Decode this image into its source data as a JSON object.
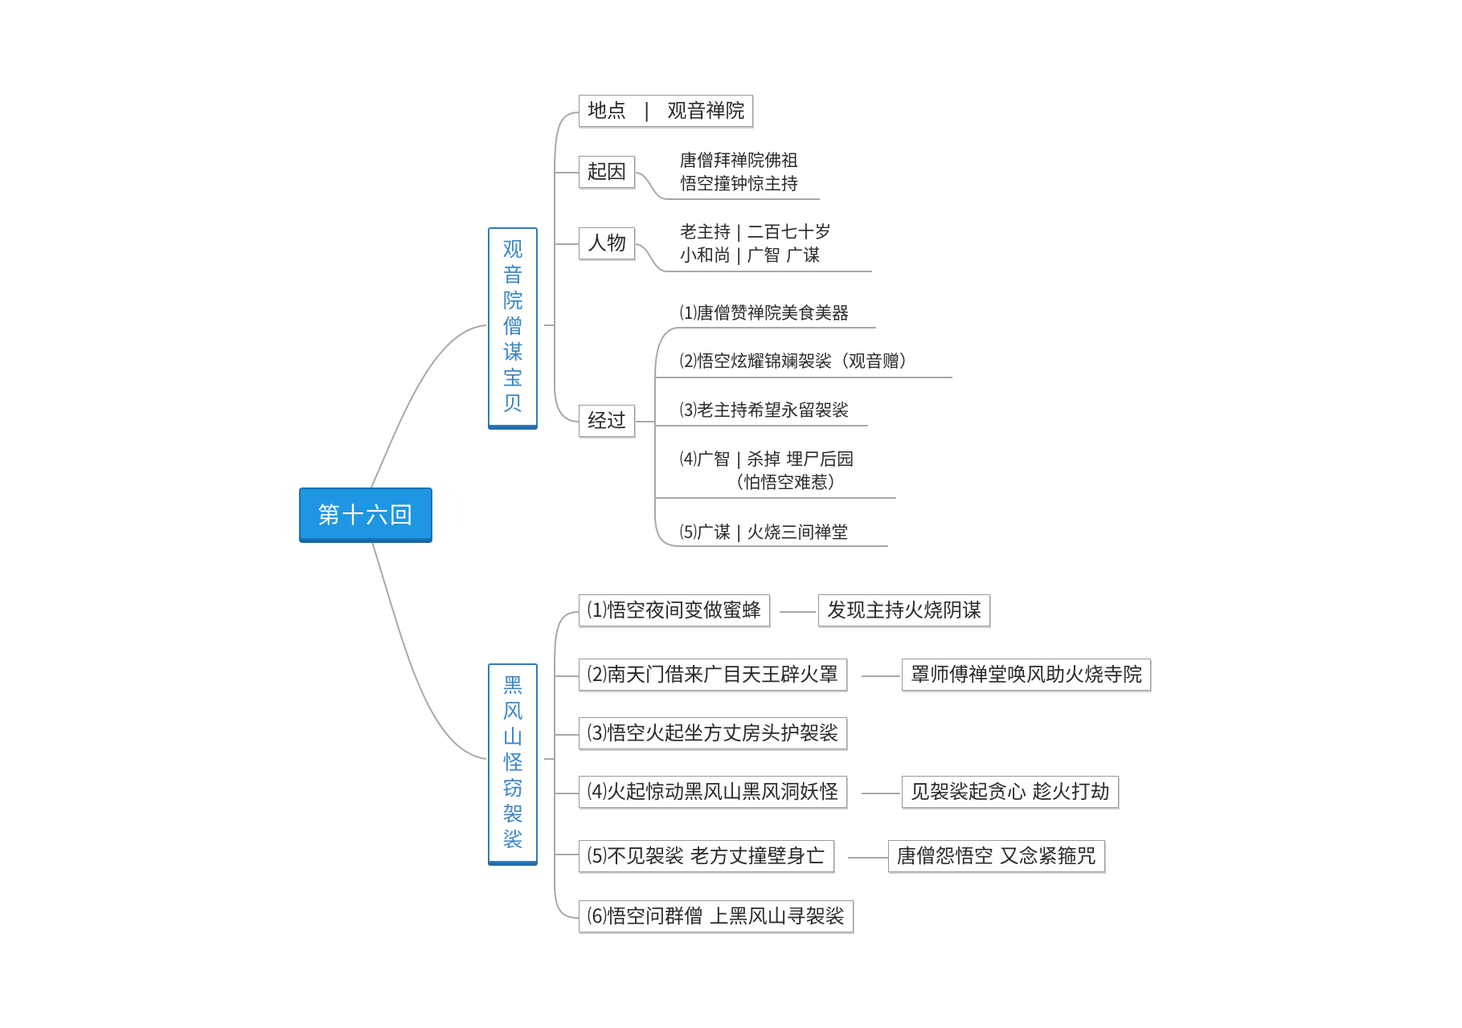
{
  "root": "第十六回",
  "branch1": {
    "title": [
      "观",
      "音",
      "院",
      "僧",
      "谋",
      "宝",
      "贝"
    ],
    "didian": {
      "label": "地点",
      "sep": "|",
      "value": "观音禅院"
    },
    "qiyin": {
      "label": "起因",
      "lines": [
        "唐僧拜禅院佛祖",
        "悟空撞钟惊主持"
      ]
    },
    "renwu": {
      "label": "人物",
      "lines": [
        "老主持 | 二百七十岁",
        "小和尚 | 广智 广谋"
      ]
    },
    "jingguo": {
      "label": "经过",
      "items": [
        "⑴唐僧赞禅院美食美器",
        "⑵悟空炫耀锦斓袈裟（观音赠）",
        "⑶老主持希望永留袈裟",
        "⑷广智 | 杀掉 埋尸后园",
        "（怕悟空难惹）",
        "⑸广谋 | 火烧三间禅堂"
      ]
    }
  },
  "branch2": {
    "title": [
      "黑",
      "风",
      "山",
      "怪",
      "窃",
      "袈",
      "裟"
    ],
    "items": [
      {
        "main": "⑴悟空夜间变做蜜蜂",
        "sub": "发现主持火烧阴谋"
      },
      {
        "main": "⑵南天门借来广目天王辟火罩",
        "sub": "罩师傅禅堂唤风助火烧寺院"
      },
      {
        "main": "⑶悟空火起坐方丈房头护袈裟",
        "sub": ""
      },
      {
        "main": "⑷火起惊动黑风山黑风洞妖怪",
        "sub": "见袈裟起贪心 趁火打劫"
      },
      {
        "main": "⑸不见袈裟 老方丈撞壁身亡",
        "sub": "唐僧怨悟空 又念紧箍咒"
      },
      {
        "main": "⑹悟空问群僧 上黑风山寻袈裟",
        "sub": ""
      }
    ]
  }
}
